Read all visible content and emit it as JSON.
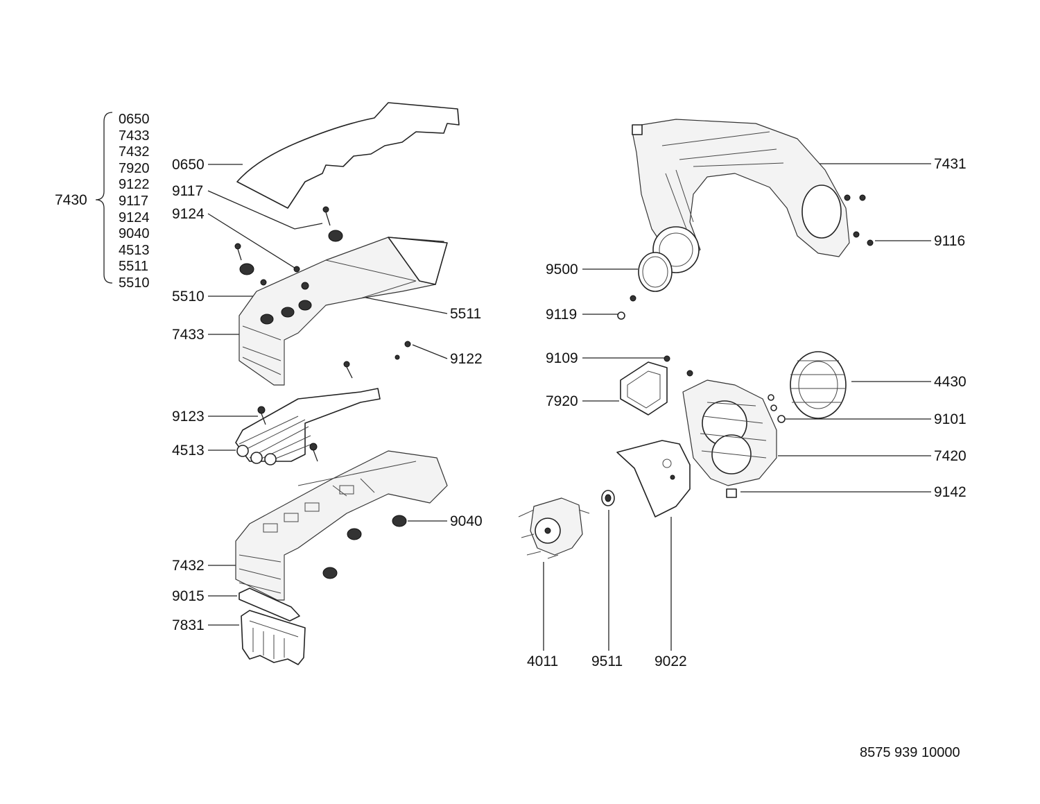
{
  "group": {
    "label": "7430",
    "items": [
      "0650",
      "7433",
      "7432",
      "7920",
      "9122",
      "9117",
      "9124",
      "9040",
      "4513",
      "5511",
      "5510"
    ]
  },
  "labels": {
    "p0650": "0650",
    "p9117": "9117",
    "p9124": "9124",
    "p5510": "5510",
    "p5511": "5511",
    "p7433": "7433",
    "p9122": "9122",
    "p9123": "9123",
    "p4513": "4513",
    "p9040": "9040",
    "p7432": "7432",
    "p9015": "9015",
    "p7831": "7831",
    "p7431": "7431",
    "p9116": "9116",
    "p9500": "9500",
    "p9119": "9119",
    "p9109": "9109",
    "p7920": "7920",
    "p4430": "4430",
    "p9101": "9101",
    "p7420": "7420",
    "p9142": "9142",
    "p4011": "4011",
    "p9511": "9511",
    "p9022": "9022"
  },
  "doc_number": "8575 939 10000"
}
